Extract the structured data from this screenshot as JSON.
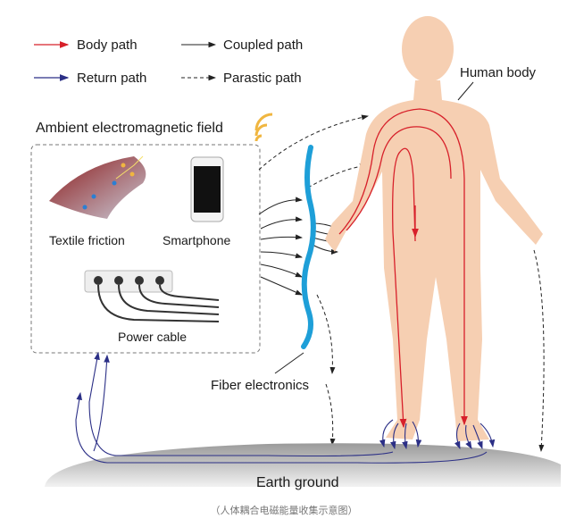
{
  "legend": {
    "body_path": "Body path",
    "coupled_path": "Coupled path",
    "return_path": "Return path",
    "parastic_path": "Parastic path"
  },
  "labels": {
    "ambient_field": "Ambient electromagnetic field",
    "textile_friction": "Textile friction",
    "smartphone": "Smartphone",
    "power_cable": "Power cable",
    "fiber_electronics": "Fiber electronics",
    "human_body": "Human body",
    "earth_ground": "Earth ground"
  },
  "caption": "（人体耦合电磁能量收集示意图）",
  "colors": {
    "body_path": "#d7202a",
    "return_path": "#2b2f86",
    "coupled_path": "#222222",
    "skin": "#f6cfb2",
    "fiber": "#1e9fd8",
    "wifi": "#f0b640"
  }
}
